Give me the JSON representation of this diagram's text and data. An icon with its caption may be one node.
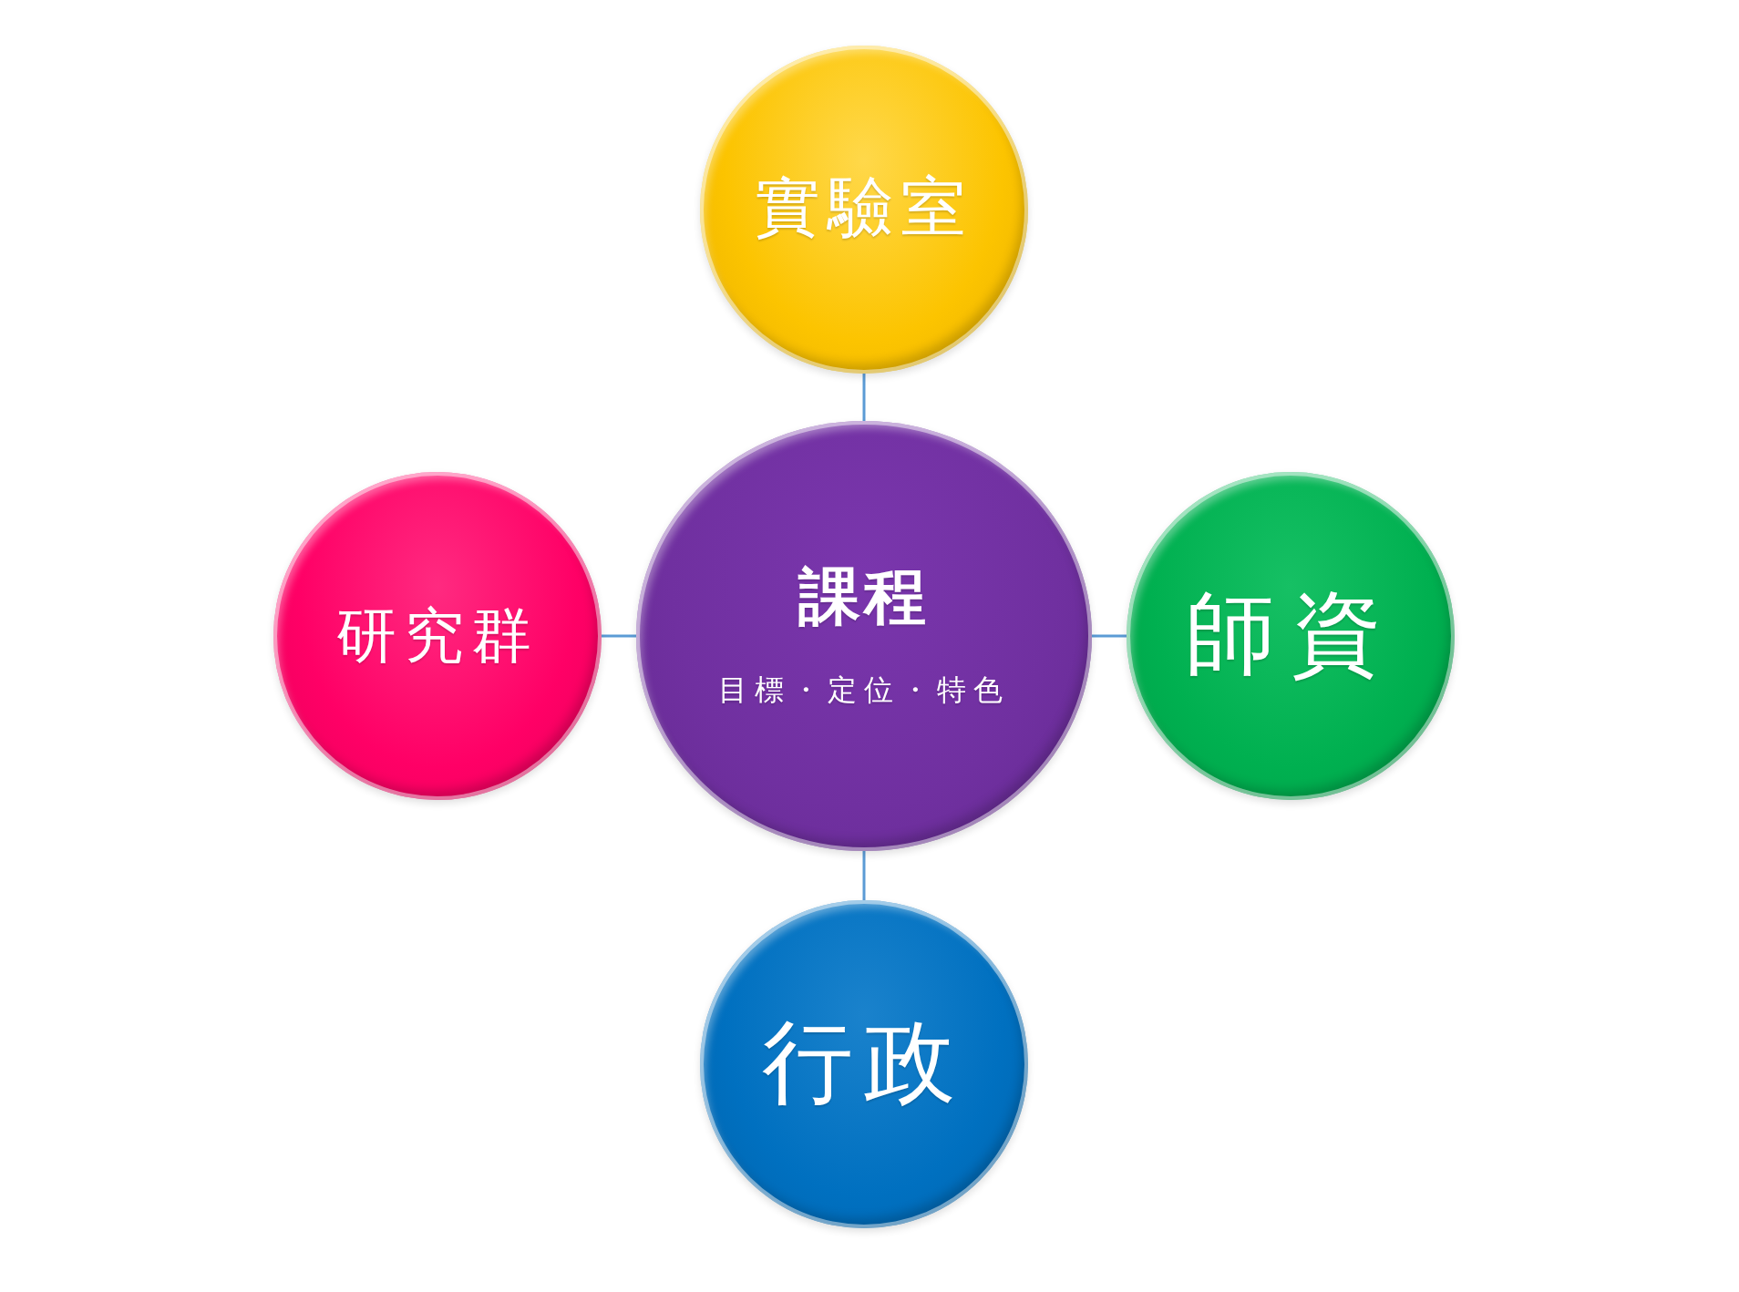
{
  "diagram": {
    "nodes": [
      {
        "text": [
          "實驗室"
        ]
      },
      {
        "text": [
          "研究群"
        ]
      },
      {
        "text": [
          "課程",
          "目標・定位・特色"
        ]
      },
      {
        "text": [
          "師資"
        ]
      },
      {
        "text": [
          "行政"
        ]
      }
    ],
    "edges": [
      {
        "from": 2,
        "to": 0,
        "arrow": "none"
      },
      {
        "from": 2,
        "to": 1,
        "arrow": "none"
      },
      {
        "from": 2,
        "to": 3,
        "arrow": "none"
      },
      {
        "from": 2,
        "to": 4,
        "arrow": "none"
      }
    ]
  }
}
